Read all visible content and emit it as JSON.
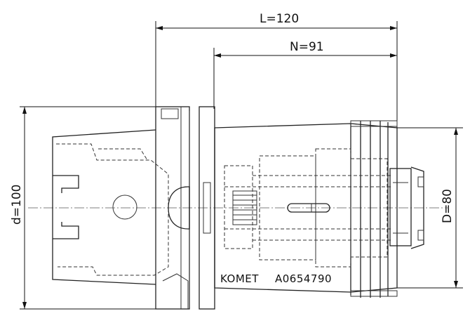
{
  "dimensions": {
    "overall_length": "L=120",
    "gauge_length": "N=91",
    "flange_diameter": "d=100",
    "body_diameter": "D=80"
  },
  "marking": {
    "brand": "KOMET",
    "part_number": "A0654790"
  }
}
